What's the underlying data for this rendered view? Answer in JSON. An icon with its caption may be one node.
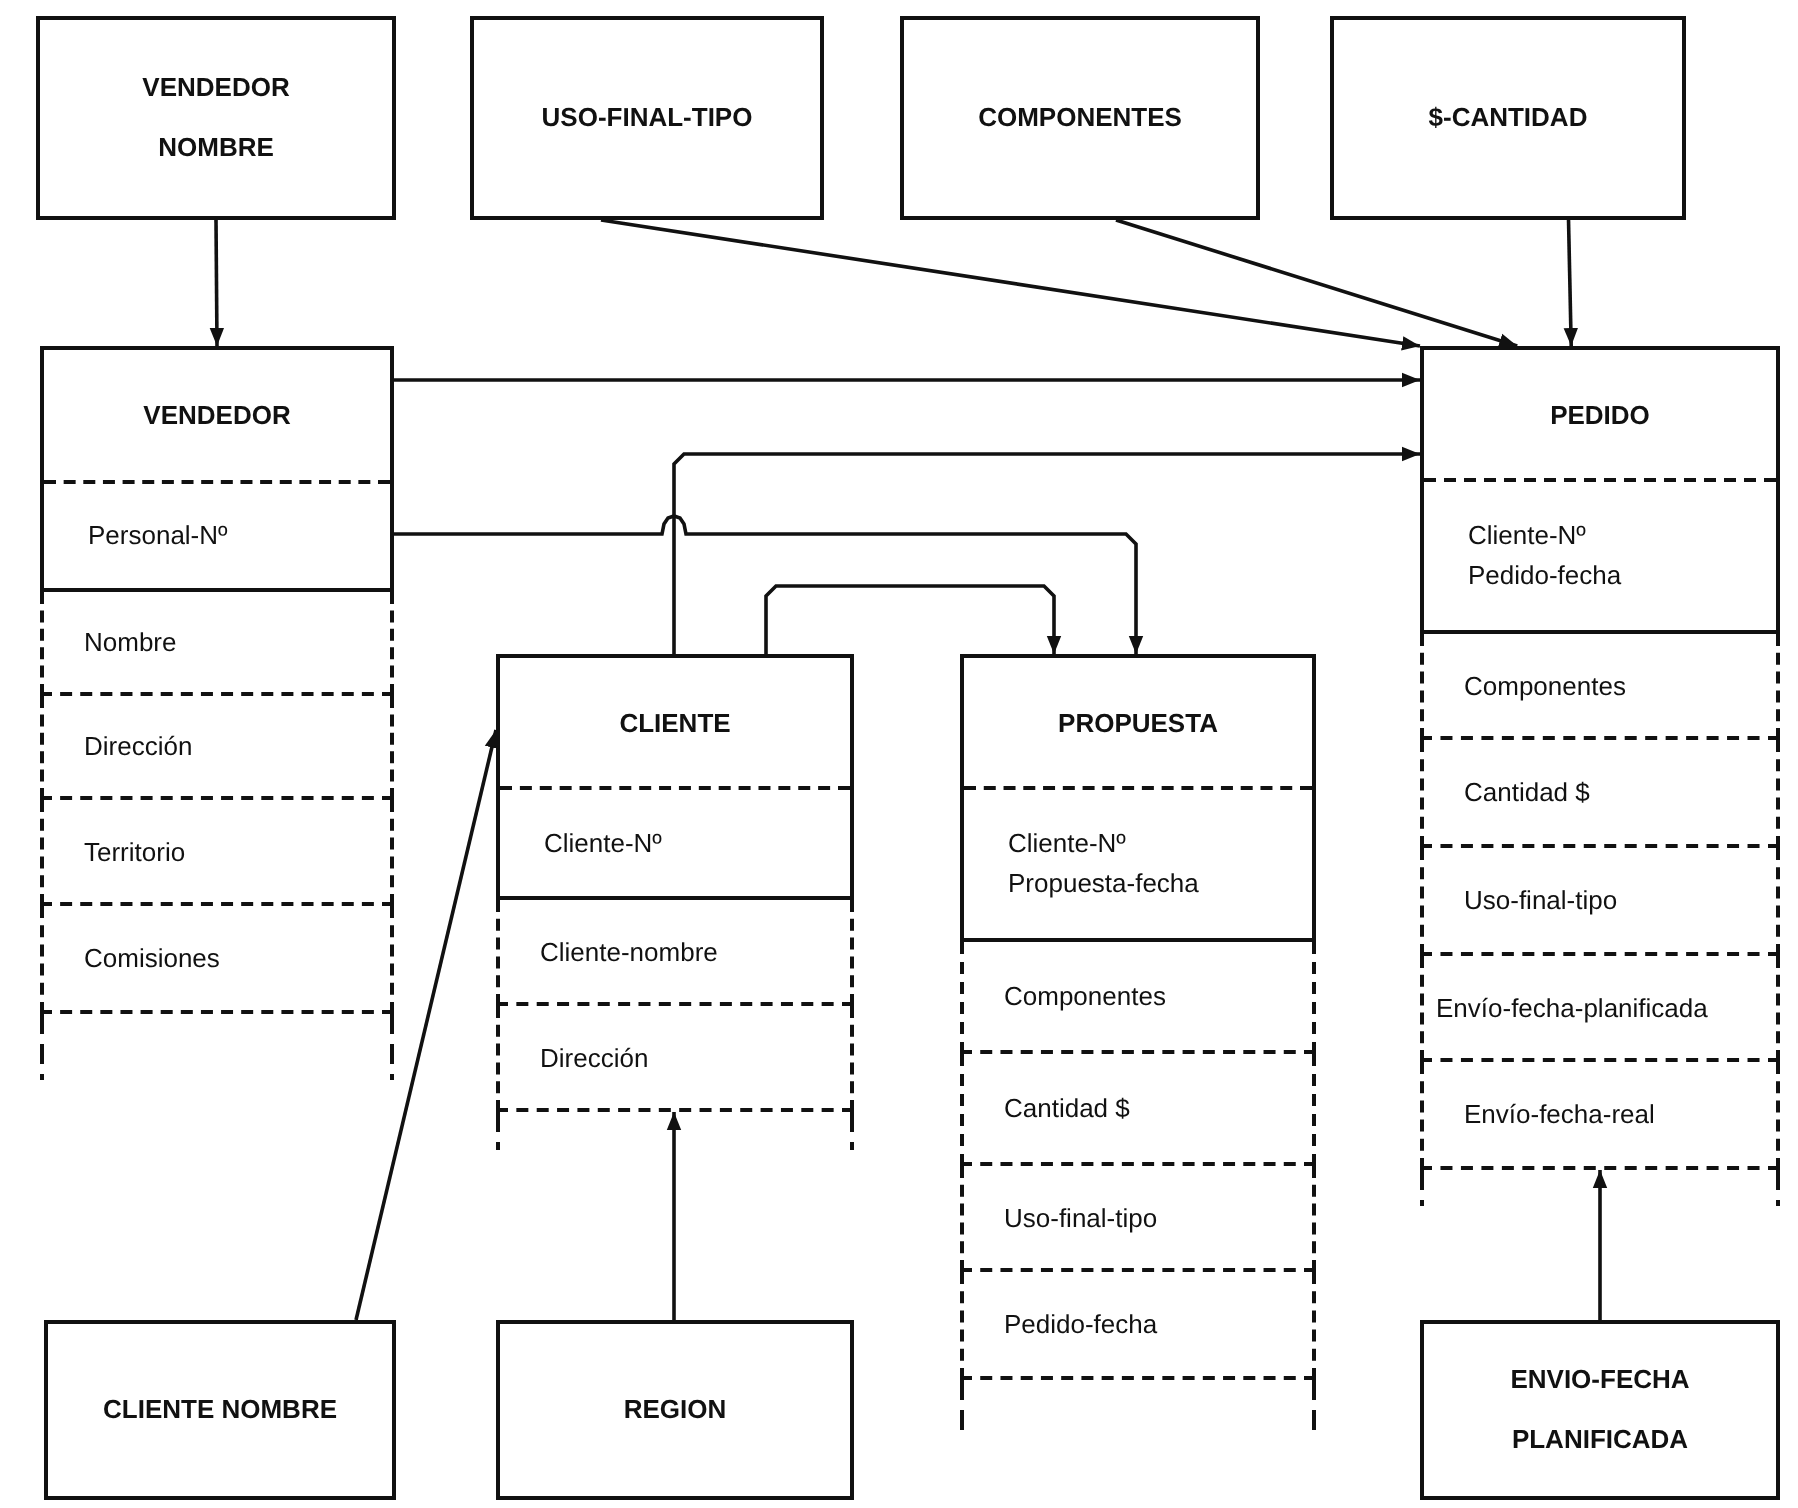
{
  "diagram": {
    "nodes": [
      {
        "text": [
          "VENDEDOR NOMBRE"
        ]
      },
      {
        "text": [
          "USO-FINAL-TIPO"
        ]
      },
      {
        "text": [
          "COMPONENTES"
        ]
      },
      {
        "text": [
          "$-CANTIDAD"
        ]
      },
      {
        "text": [
          "VENDEDOR",
          "Personal-Nº"
        ]
      },
      {
        "text": [
          "PEDIDO",
          "Cliente-Nº Pedido-fecha"
        ]
      },
      {
        "text": [
          "Nombre"
        ]
      },
      {
        "text": [
          "Dirección"
        ]
      },
      {
        "text": [
          "Territorio"
        ]
      },
      {
        "text": [
          "Comisiones"
        ]
      },
      {
        "text": [
          "CLIENTE",
          "Cliente-Nº"
        ]
      },
      {
        "text": [
          "PROPUESTA",
          "Cliente-Nº Propuesta-fecha"
        ]
      },
      {
        "text": [
          "Componentes"
        ]
      },
      {
        "text": [
          "Cantidad $"
        ]
      },
      {
        "text": [
          "Uso-final-tipo"
        ]
      },
      {
        "text": [
          "Envío-fecha-planificada"
        ]
      },
      {
        "text": [
          "Envío-fecha-real"
        ]
      },
      {
        "text": [
          "Cliente-nombre"
        ]
      },
      {
        "text": [
          "Dirección"
        ]
      },
      {
        "text": [
          "Componentes"
        ]
      },
      {
        "text": [
          "Cantidad $"
        ]
      },
      {
        "text": [
          "Uso-final-tipo"
        ]
      },
      {
        "text": [
          "Pedido-fecha"
        ]
      },
      {
        "text": [
          "CLIENTE NOMBRE"
        ]
      },
      {
        "text": [
          "REGION"
        ]
      },
      {
        "text": [
          "ENVIO-FECHA PLANIFICADA"
        ]
      }
    ],
    "edges": [
      {
        "from": 0,
        "to": 4,
        "arrow": "to"
      },
      {
        "from": 1,
        "to": 5,
        "arrow": "to"
      },
      {
        "from": 2,
        "to": 5,
        "arrow": "to"
      },
      {
        "from": 3,
        "to": 5,
        "arrow": "to"
      },
      {
        "from": 4,
        "to": 5,
        "arrow": "to"
      },
      {
        "from": 4,
        "to": 11,
        "arrow": "to"
      },
      {
        "from": 10,
        "to": 5,
        "arrow": "to"
      },
      {
        "from": 10,
        "to": 11,
        "arrow": "to"
      },
      {
        "from": 23,
        "to": 10,
        "arrow": "to"
      },
      {
        "from": 24,
        "to": 18,
        "arrow": "to"
      },
      {
        "from": 25,
        "to": 16,
        "arrow": "to"
      }
    ]
  }
}
